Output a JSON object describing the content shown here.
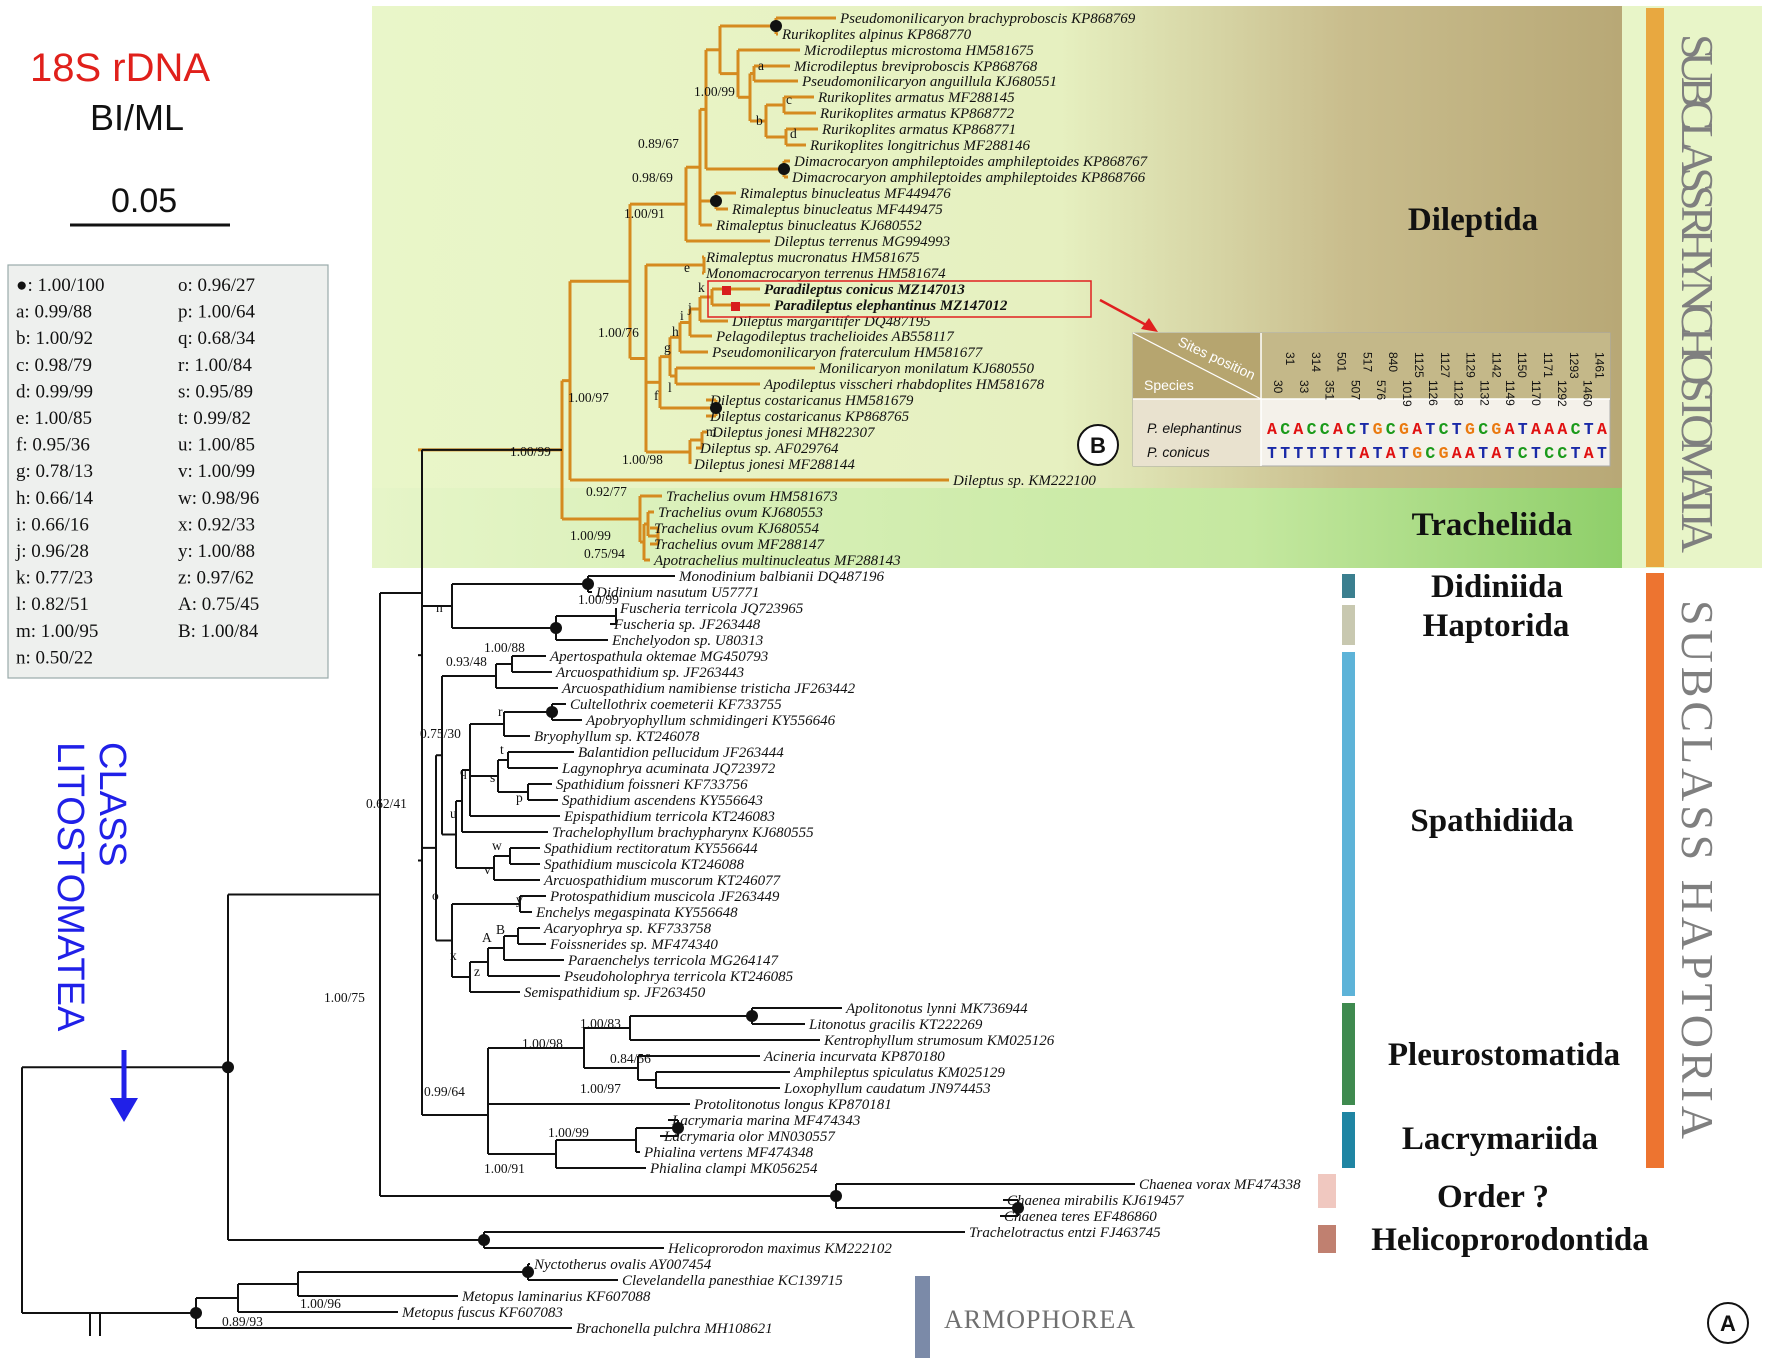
{
  "figure": {
    "marker_title": "18S rDNA",
    "method": "BI/ML",
    "scale_bar": "0.05",
    "class_label_line1": "CLASS",
    "class_label_line2": "LITOSTOMATEA",
    "panel_a": "A",
    "panel_b": "B"
  },
  "support_legend": [
    {
      "key": "●",
      "value": "1.00/100"
    },
    {
      "key": "o",
      "value": "0.96/27"
    },
    {
      "key": "a",
      "value": "0.99/88"
    },
    {
      "key": "p",
      "value": "1.00/64"
    },
    {
      "key": "b",
      "value": "1.00/92"
    },
    {
      "key": "q",
      "value": "0.68/34"
    },
    {
      "key": "c",
      "value": "0.98/79"
    },
    {
      "key": "r",
      "value": "1.00/84"
    },
    {
      "key": "d",
      "value": "0.99/99"
    },
    {
      "key": "s",
      "value": "0.95/89"
    },
    {
      "key": "e",
      "value": "1.00/85"
    },
    {
      "key": "t",
      "value": "0.99/82"
    },
    {
      "key": "f",
      "value": "0.95/36"
    },
    {
      "key": "u",
      "value": "1.00/85"
    },
    {
      "key": "g",
      "value": "0.78/13"
    },
    {
      "key": "v",
      "value": "1.00/99"
    },
    {
      "key": "h",
      "value": "0.66/14"
    },
    {
      "key": "w",
      "value": "0.98/96"
    },
    {
      "key": "i",
      "value": "0.66/16"
    },
    {
      "key": "x",
      "value": "0.92/33"
    },
    {
      "key": "j",
      "value": "0.96/28"
    },
    {
      "key": "y",
      "value": "1.00/88"
    },
    {
      "key": "k",
      "value": "0.77/23"
    },
    {
      "key": "z",
      "value": "0.97/62"
    },
    {
      "key": "l",
      "value": "0.82/51"
    },
    {
      "key": "A",
      "value": "0.75/45"
    },
    {
      "key": "m",
      "value": "1.00/95"
    },
    {
      "key": "B",
      "value": "1.00/84"
    },
    {
      "key": "n",
      "value": "0.50/22"
    }
  ],
  "taxa": [
    "Pseudomonilicaryon brachyproboscis KP868769",
    "Rurikoplites alpinus KP868770",
    "Microdileptus microstoma HM581675",
    "Microdileptus breviproboscis KP868768",
    "Pseudomonilicaryon anguillula KJ680551",
    "Rurikoplites armatus MF288145",
    "Rurikoplites armatus KP868772",
    "Rurikoplites armatus KP868771",
    "Rurikoplites longitrichus MF288146",
    "Dimacrocaryon amphileptoides amphileptoides KP868767",
    "Dimacrocaryon amphileptoides amphileptoides KP868766",
    "Rimaleptus binucleatus MF449476",
    "Rimaleptus binucleatus MF449475",
    "Rimaleptus binucleatus KJ680552",
    "Dileptus terrenus MG994993",
    "Rimaleptus mucronatus HM581675",
    "Monomacrocaryon terrenus HM581674",
    "Paradileptus conicus MZ147013",
    "Paradileptus elephantinus MZ147012",
    "Dileptus margaritifer DQ487195",
    "Pelagodileptus trachelioides AB558117",
    "Pseudomonilicaryon fraterculum HM581677",
    "Monilicaryon monilatum KJ680550",
    "Apodileptus visscheri rhabdoplites HM581678",
    "Dileptus costaricanus HM581679",
    "Dileptus costaricanus KP868765",
    "Dileptus jonesi MH822307",
    "Dileptus sp. AF029764",
    "Dileptus jonesi MF288144",
    "Dileptus sp. KM222100",
    "Trachelius ovum HM581673",
    "Trachelius ovum KJ680553",
    "Trachelius ovum KJ680554",
    "Trachelius ovum MF288147",
    "Apotrachelius multinucleatus MF288143",
    "Monodinium balbianii DQ487196",
    "Didinium nasutum U57771",
    "Fuscheria terricola JQ723965",
    "Fuscheria sp. JF263448",
    "Enchelyodon sp. U80313",
    "Apertospathula oktemae MG450793",
    "Arcuospathidium sp. JF263443",
    "Arcuospathidium namibiense tristicha JF263442",
    "Cultellothrix coemeterii KF733755",
    "Apobryophyllum schmidingeri KY556646",
    "Bryophyllum sp. KT246078",
    "Balantidion pellucidum JF263444",
    "Lagynophrya acuminata JQ723972",
    "Spathidium foissneri KF733756",
    "Spathidium ascendens KY556643",
    "Epispathidium terricola KT246083",
    "Trachelophyllum brachypharynx KJ680555",
    "Spathidium rectitoratum KY556644",
    "Spathidium muscicola KT246088",
    "Arcuospathidium muscorum KT246077",
    "Protospathidium muscicola JF263449",
    "Enchelys megaspinata KY556648",
    "Acaryophrya sp. KF733758",
    "Foissnerides sp. MF474340",
    "Paraenchelys terricola MG264147",
    "Pseudoholophrya terricola KT246085",
    "Semispathidium sp. JF263450",
    "Apolitonotus lynni MK736944",
    "Litonotus gracilis KT222269",
    "Kentrophyllum strumosum KM025126",
    "Acineria incurvata KP870180",
    "Amphileptus spiculatus KM025129",
    "Loxophyllum caudatum JN974453",
    "Protolitonotus longus KP870181",
    "Lacrymaria marina MF474343",
    "Lacrymaria olor MN030557",
    "Phialina vertens MF474348",
    "Phialina clampi MK056254",
    "Chaenea vorax MF474338",
    "Chaenea mirabilis KJ619457",
    "Chaenea teres EF486860",
    "Trachelotractus entzi FJ463745",
    "Helicoprorodon maximus KM222102",
    "Nyctotherus ovalis AY007454",
    "Clevelandella panesthiae KC139715",
    "Metopus laminarius KF607088",
    "Metopus fuscus KF607083",
    "Brachonella pulchra MH108621"
  ],
  "node_supports": [
    "1.00/99",
    "0.89/67",
    "0.98/69",
    "1.00/91",
    "1.00/76",
    "1.00/97",
    "1.00/99",
    "1.00/98",
    "0.92/77",
    "1.00/99",
    "0.75/94",
    "1.00/99",
    "1.00/88",
    "0.93/48",
    "0.75/30",
    "0.62/41",
    "1.00/75",
    "1.00/83",
    "1.00/98",
    "0.84/56",
    "1.00/97",
    "0.99/64",
    "1.00/99",
    "1.00/91",
    "1.00/96",
    "0.89/93"
  ],
  "node_letters": [
    "a",
    "b",
    "c",
    "d",
    "e",
    "k",
    "j",
    "i",
    "h",
    "g",
    "l",
    "f",
    "m",
    "n",
    "r",
    "t",
    "q",
    "s",
    "u",
    "p",
    "w",
    "v",
    "o",
    "y",
    "B",
    "A",
    "x",
    "z"
  ],
  "orders": [
    "Dileptida",
    "Tracheliida",
    "Didiniida",
    "Haptorida",
    "Spathidiida",
    "Pleurostomatida",
    "Lacrymariida",
    "Order ?",
    "Helicoprorodontida"
  ],
  "subclasses": [
    "SUBCLASS RHYNCHOSTOMATIA",
    "SUBCLASS HAPTORIA"
  ],
  "outgroup_label": "ARMOPHOREA",
  "colors": {
    "rhynchostomatia_branch": "#d58a1f",
    "dileptida_background": "#c8b888",
    "tracheliida_background": "#9fd27a",
    "didiniida_bar": "#3b7f8f",
    "haptorida_bar": "#c8c8b0",
    "spathidiida_bar": "#5db3d8",
    "pleurostomatida_bar": "#3f8a4f",
    "lacrymariida_bar": "#1f85a3",
    "order_unknown_bar": "#f0c8c0",
    "helicoprorodontida_bar": "#c08070",
    "armophorea_bar": "#7b8aa8",
    "rhynchostomatia_bar": "#e8a840",
    "haptoria_bar": "#ed7430",
    "highlight_box": "#e02020"
  },
  "inset": {
    "header_sites": "Sites position",
    "header_species": "Species",
    "positions_top": [
      "31",
      "314",
      "501",
      "517",
      "840",
      "1125",
      "1127",
      "1129",
      "1142",
      "1150",
      "1171",
      "1293",
      "1461"
    ],
    "positions_bottom": [
      "30",
      "33",
      "351",
      "507",
      "576",
      "1019",
      "1126",
      "1128",
      "1132",
      "1149",
      "1170",
      "1292",
      "1460"
    ],
    "species": [
      "P. elephantinus",
      "P. conicus"
    ],
    "seq_elephantinus": "ACACCACTGCGATCTGCGATAAACTA",
    "seq_conicus": "TTTTTTTATATGCGAATATCTCCTAT"
  }
}
